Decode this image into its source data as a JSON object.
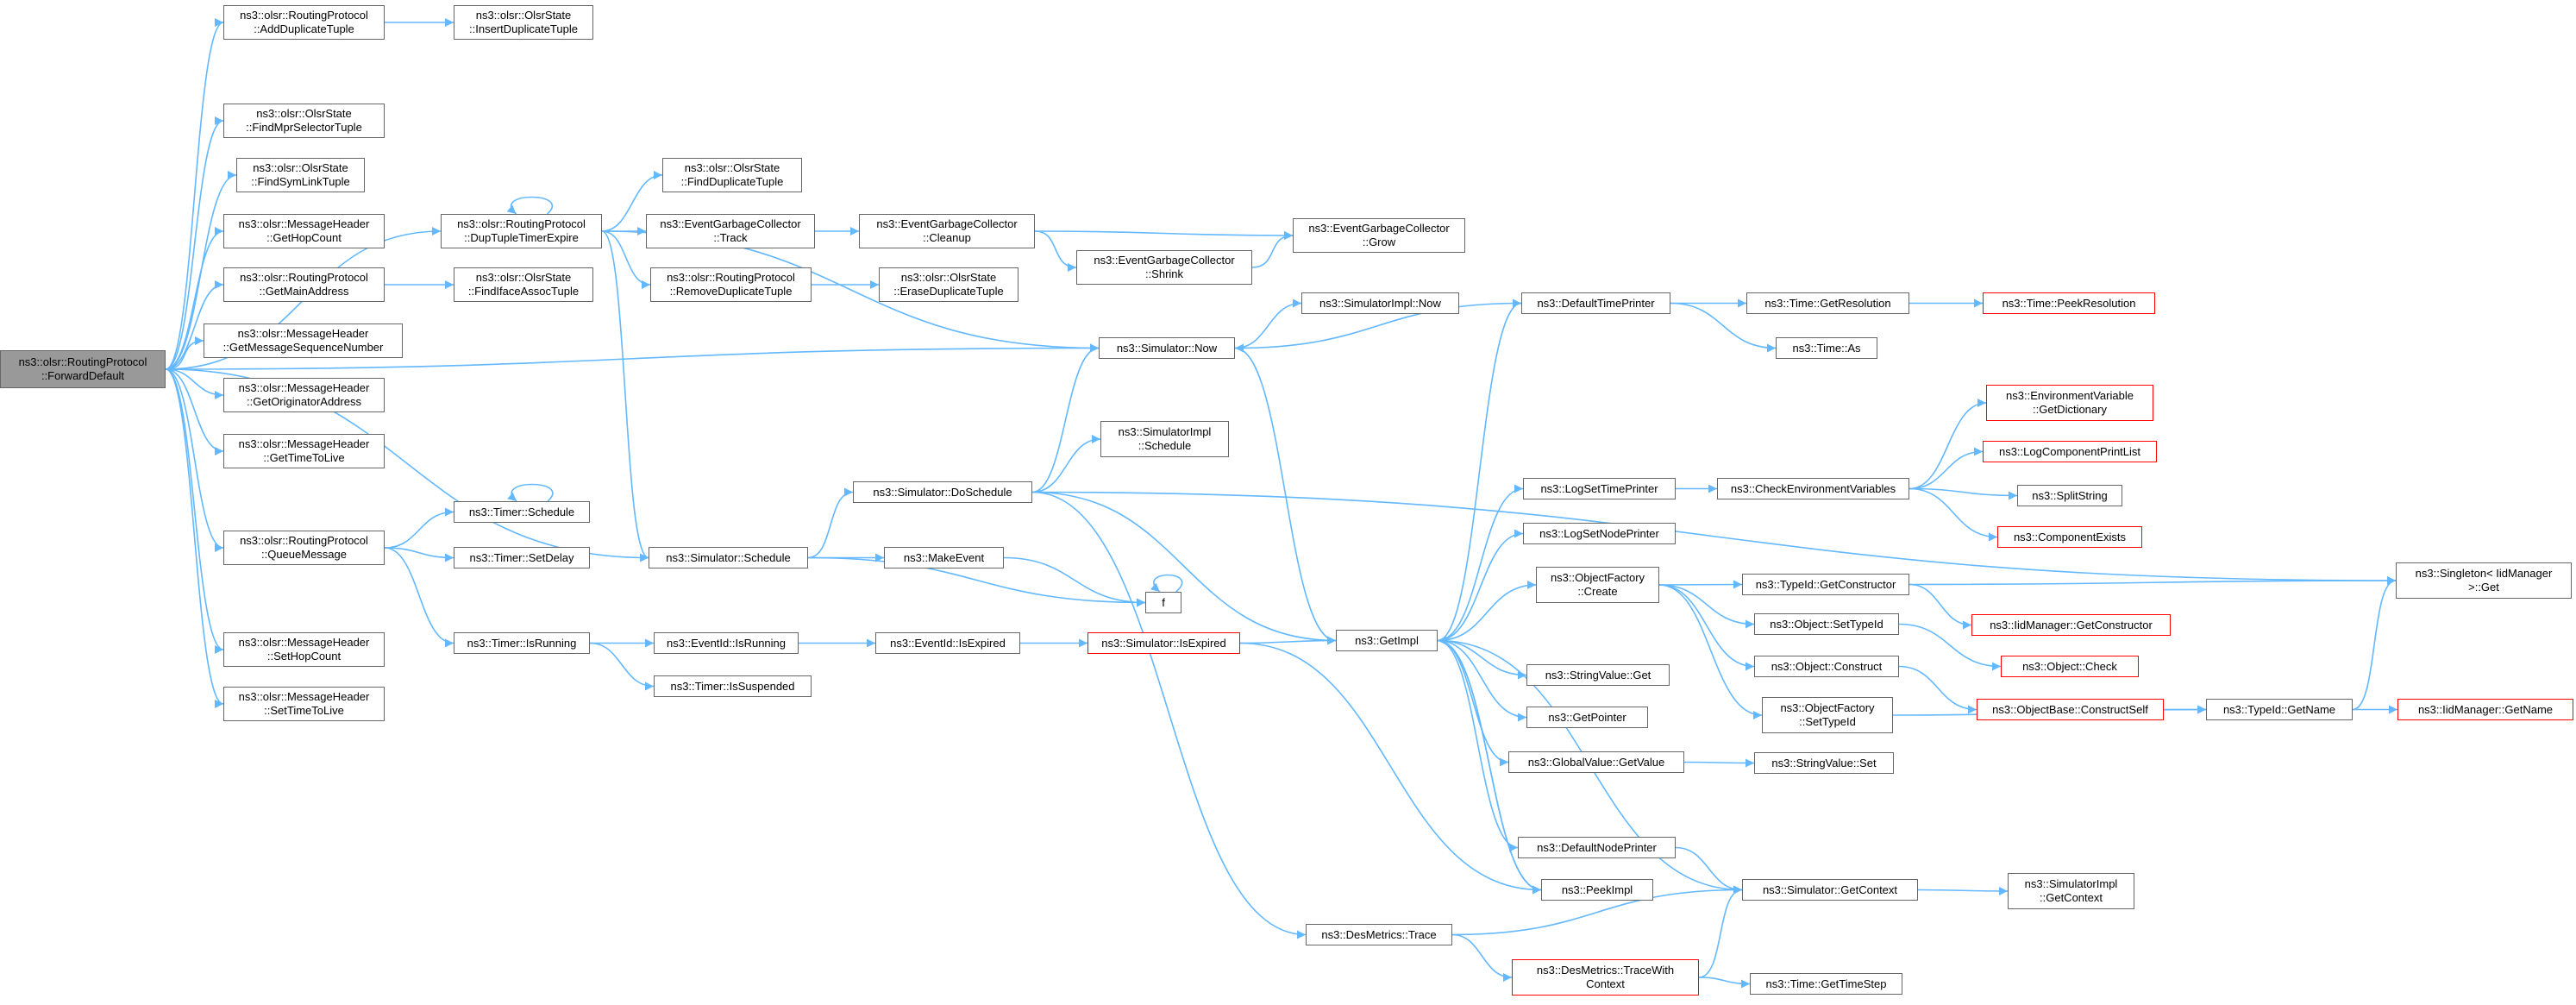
{
  "colors": {
    "edge": "#63b8ff",
    "node_border": "#666666",
    "root_fill": "#999999",
    "truncated_border": "#ff0000"
  },
  "nodes": {
    "root": {
      "lines": [
        "ns3::olsr::RoutingProtocol",
        "::ForwardDefault"
      ],
      "fill": "#999999"
    },
    "addDup": {
      "lines": [
        "ns3::olsr::RoutingProtocol",
        "::AddDuplicateTuple"
      ]
    },
    "insertDup": {
      "lines": [
        "ns3::olsr::OlsrState",
        "::InsertDuplicateTuple"
      ]
    },
    "findMpr": {
      "lines": [
        "ns3::olsr::OlsrState",
        "::FindMprSelectorTuple"
      ]
    },
    "findSym": {
      "lines": [
        "ns3::olsr::OlsrState",
        "::FindSymLinkTuple"
      ]
    },
    "getHop": {
      "lines": [
        "ns3::olsr::MessageHeader",
        "::GetHopCount"
      ]
    },
    "getMain": {
      "lines": [
        "ns3::olsr::RoutingProtocol",
        "::GetMainAddress"
      ]
    },
    "findIface": {
      "lines": [
        "ns3::olsr::OlsrState",
        "::FindIfaceAssocTuple"
      ]
    },
    "getSeq": {
      "lines": [
        "ns3::olsr::MessageHeader",
        "::GetMessageSequenceNumber"
      ]
    },
    "getOrig": {
      "lines": [
        "ns3::olsr::MessageHeader",
        "::GetOriginatorAddress"
      ]
    },
    "getTTL": {
      "lines": [
        "ns3::olsr::MessageHeader",
        "::GetTimeToLive"
      ]
    },
    "queueMsg": {
      "lines": [
        "ns3::olsr::RoutingProtocol",
        "::QueueMessage"
      ]
    },
    "setHop": {
      "lines": [
        "ns3::olsr::MessageHeader",
        "::SetHopCount"
      ]
    },
    "setTTL": {
      "lines": [
        "ns3::olsr::MessageHeader",
        "::SetTimeToLive"
      ]
    },
    "dupTimer": {
      "lines": [
        "ns3::olsr::RoutingProtocol",
        "::DupTupleTimerExpire"
      ]
    },
    "findDup": {
      "lines": [
        "ns3::olsr::OlsrState",
        "::FindDuplicateTuple"
      ]
    },
    "egcTrack": {
      "lines": [
        "ns3::EventGarbageCollector",
        "::Track"
      ]
    },
    "egcCleanup": {
      "lines": [
        "ns3::EventGarbageCollector",
        "::Cleanup"
      ]
    },
    "egcGrow": {
      "lines": [
        "ns3::EventGarbageCollector",
        "::Grow"
      ]
    },
    "egcShrink": {
      "lines": [
        "ns3::EventGarbageCollector",
        "::Shrink"
      ]
    },
    "removeDup": {
      "lines": [
        "ns3::olsr::RoutingProtocol",
        "::RemoveDuplicateTuple"
      ]
    },
    "eraseDup": {
      "lines": [
        "ns3::olsr::OlsrState",
        "::EraseDuplicateTuple"
      ]
    },
    "simNow": {
      "lines": [
        "ns3::Simulator::Now"
      ]
    },
    "simImplNow": {
      "lines": [
        "ns3::SimulatorImpl::Now"
      ]
    },
    "defTimePrinter": {
      "lines": [
        "ns3::DefaultTimePrinter"
      ]
    },
    "timeGetRes": {
      "lines": [
        "ns3::Time::GetResolution"
      ]
    },
    "timePeekRes": {
      "lines": [
        "ns3::Time::PeekResolution"
      ],
      "border_color": "#ff0000"
    },
    "timeAs": {
      "lines": [
        "ns3::Time::As"
      ]
    },
    "simSchedule": {
      "lines": [
        "ns3::Simulator::Schedule"
      ]
    },
    "simDoSchedule": {
      "lines": [
        "ns3::Simulator::DoSchedule"
      ]
    },
    "simImplSchedule": {
      "lines": [
        "ns3::SimulatorImpl",
        "::Schedule"
      ]
    },
    "makeEvent": {
      "lines": [
        "ns3::MakeEvent"
      ]
    },
    "f": {
      "lines": [
        "f"
      ]
    },
    "timerSchedule": {
      "lines": [
        "ns3::Timer::Schedule"
      ]
    },
    "timerSetDelay": {
      "lines": [
        "ns3::Timer::SetDelay"
      ]
    },
    "timerIsRunning": {
      "lines": [
        "ns3::Timer::IsRunning"
      ]
    },
    "eventIsRunning": {
      "lines": [
        "ns3::EventId::IsRunning"
      ]
    },
    "timerIsSusp": {
      "lines": [
        "ns3::Timer::IsSuspended"
      ]
    },
    "eventIsExpired": {
      "lines": [
        "ns3::EventId::IsExpired"
      ]
    },
    "simIsExpired": {
      "lines": [
        "ns3::Simulator::IsExpired"
      ],
      "border_color": "#ff0000"
    },
    "getImpl": {
      "lines": [
        "ns3::GetImpl"
      ]
    },
    "logSetTimePrinter": {
      "lines": [
        "ns3::LogSetTimePrinter"
      ]
    },
    "logSetNodePrinter": {
      "lines": [
        "ns3::LogSetNodePrinter"
      ]
    },
    "objFactCreate": {
      "lines": [
        "ns3::ObjectFactory",
        "::Create"
      ]
    },
    "stringValGet": {
      "lines": [
        "ns3::StringValue::Get"
      ]
    },
    "getPointer": {
      "lines": [
        "ns3::GetPointer"
      ]
    },
    "globalValGet": {
      "lines": [
        "ns3::GlobalValue::GetValue"
      ]
    },
    "defNodePrinter": {
      "lines": [
        "ns3::DefaultNodePrinter"
      ]
    },
    "peekImpl": {
      "lines": [
        "ns3::PeekImpl"
      ]
    },
    "checkEnv": {
      "lines": [
        "ns3::CheckEnvironmentVariables"
      ]
    },
    "envGetDict": {
      "lines": [
        "ns3::EnvironmentVariable",
        "::GetDictionary"
      ],
      "border_color": "#ff0000"
    },
    "logCompPrint": {
      "lines": [
        "ns3::LogComponentPrintList"
      ],
      "border_color": "#ff0000"
    },
    "splitString": {
      "lines": [
        "ns3::SplitString"
      ]
    },
    "compExists": {
      "lines": [
        "ns3::ComponentExists"
      ],
      "border_color": "#ff0000"
    },
    "typeIdGetCtor": {
      "lines": [
        "ns3::TypeId::GetConstructor"
      ]
    },
    "objSetTypeId": {
      "lines": [
        "ns3::Object::SetTypeId"
      ]
    },
    "objConstruct": {
      "lines": [
        "ns3::Object::Construct"
      ]
    },
    "objFactSetTypeId": {
      "lines": [
        "ns3::ObjectFactory",
        "::SetTypeId"
      ]
    },
    "stringValSet": {
      "lines": [
        "ns3::StringValue::Set"
      ]
    },
    "simGetContext": {
      "lines": [
        "ns3::Simulator::GetContext"
      ]
    },
    "iidGetCtor": {
      "lines": [
        "ns3::IidManager::GetConstructor"
      ],
      "border_color": "#ff0000"
    },
    "objCheck": {
      "lines": [
        "ns3::Object::Check"
      ],
      "border_color": "#ff0000"
    },
    "objBaseCtorSelf": {
      "lines": [
        "ns3::ObjectBase::ConstructSelf"
      ],
      "border_color": "#ff0000"
    },
    "typeIdGetName": {
      "lines": [
        "ns3::TypeId::GetName"
      ]
    },
    "iidGetName": {
      "lines": [
        "ns3::IidManager::GetName"
      ],
      "border_color": "#ff0000"
    },
    "singletonGet": {
      "lines": [
        "ns3::Singleton< IidManager",
        ">::Get"
      ]
    },
    "simImplGetCtx": {
      "lines": [
        "ns3::SimulatorImpl",
        "::GetContext"
      ]
    },
    "desTrace": {
      "lines": [
        "ns3::DesMetrics::Trace"
      ]
    },
    "desTraceWith": {
      "lines": [
        "ns3::DesMetrics::TraceWith",
        "Context"
      ],
      "border_color": "#ff0000"
    },
    "timeGetStep": {
      "lines": [
        "ns3::Time::GetTimeStep"
      ]
    }
  }
}
